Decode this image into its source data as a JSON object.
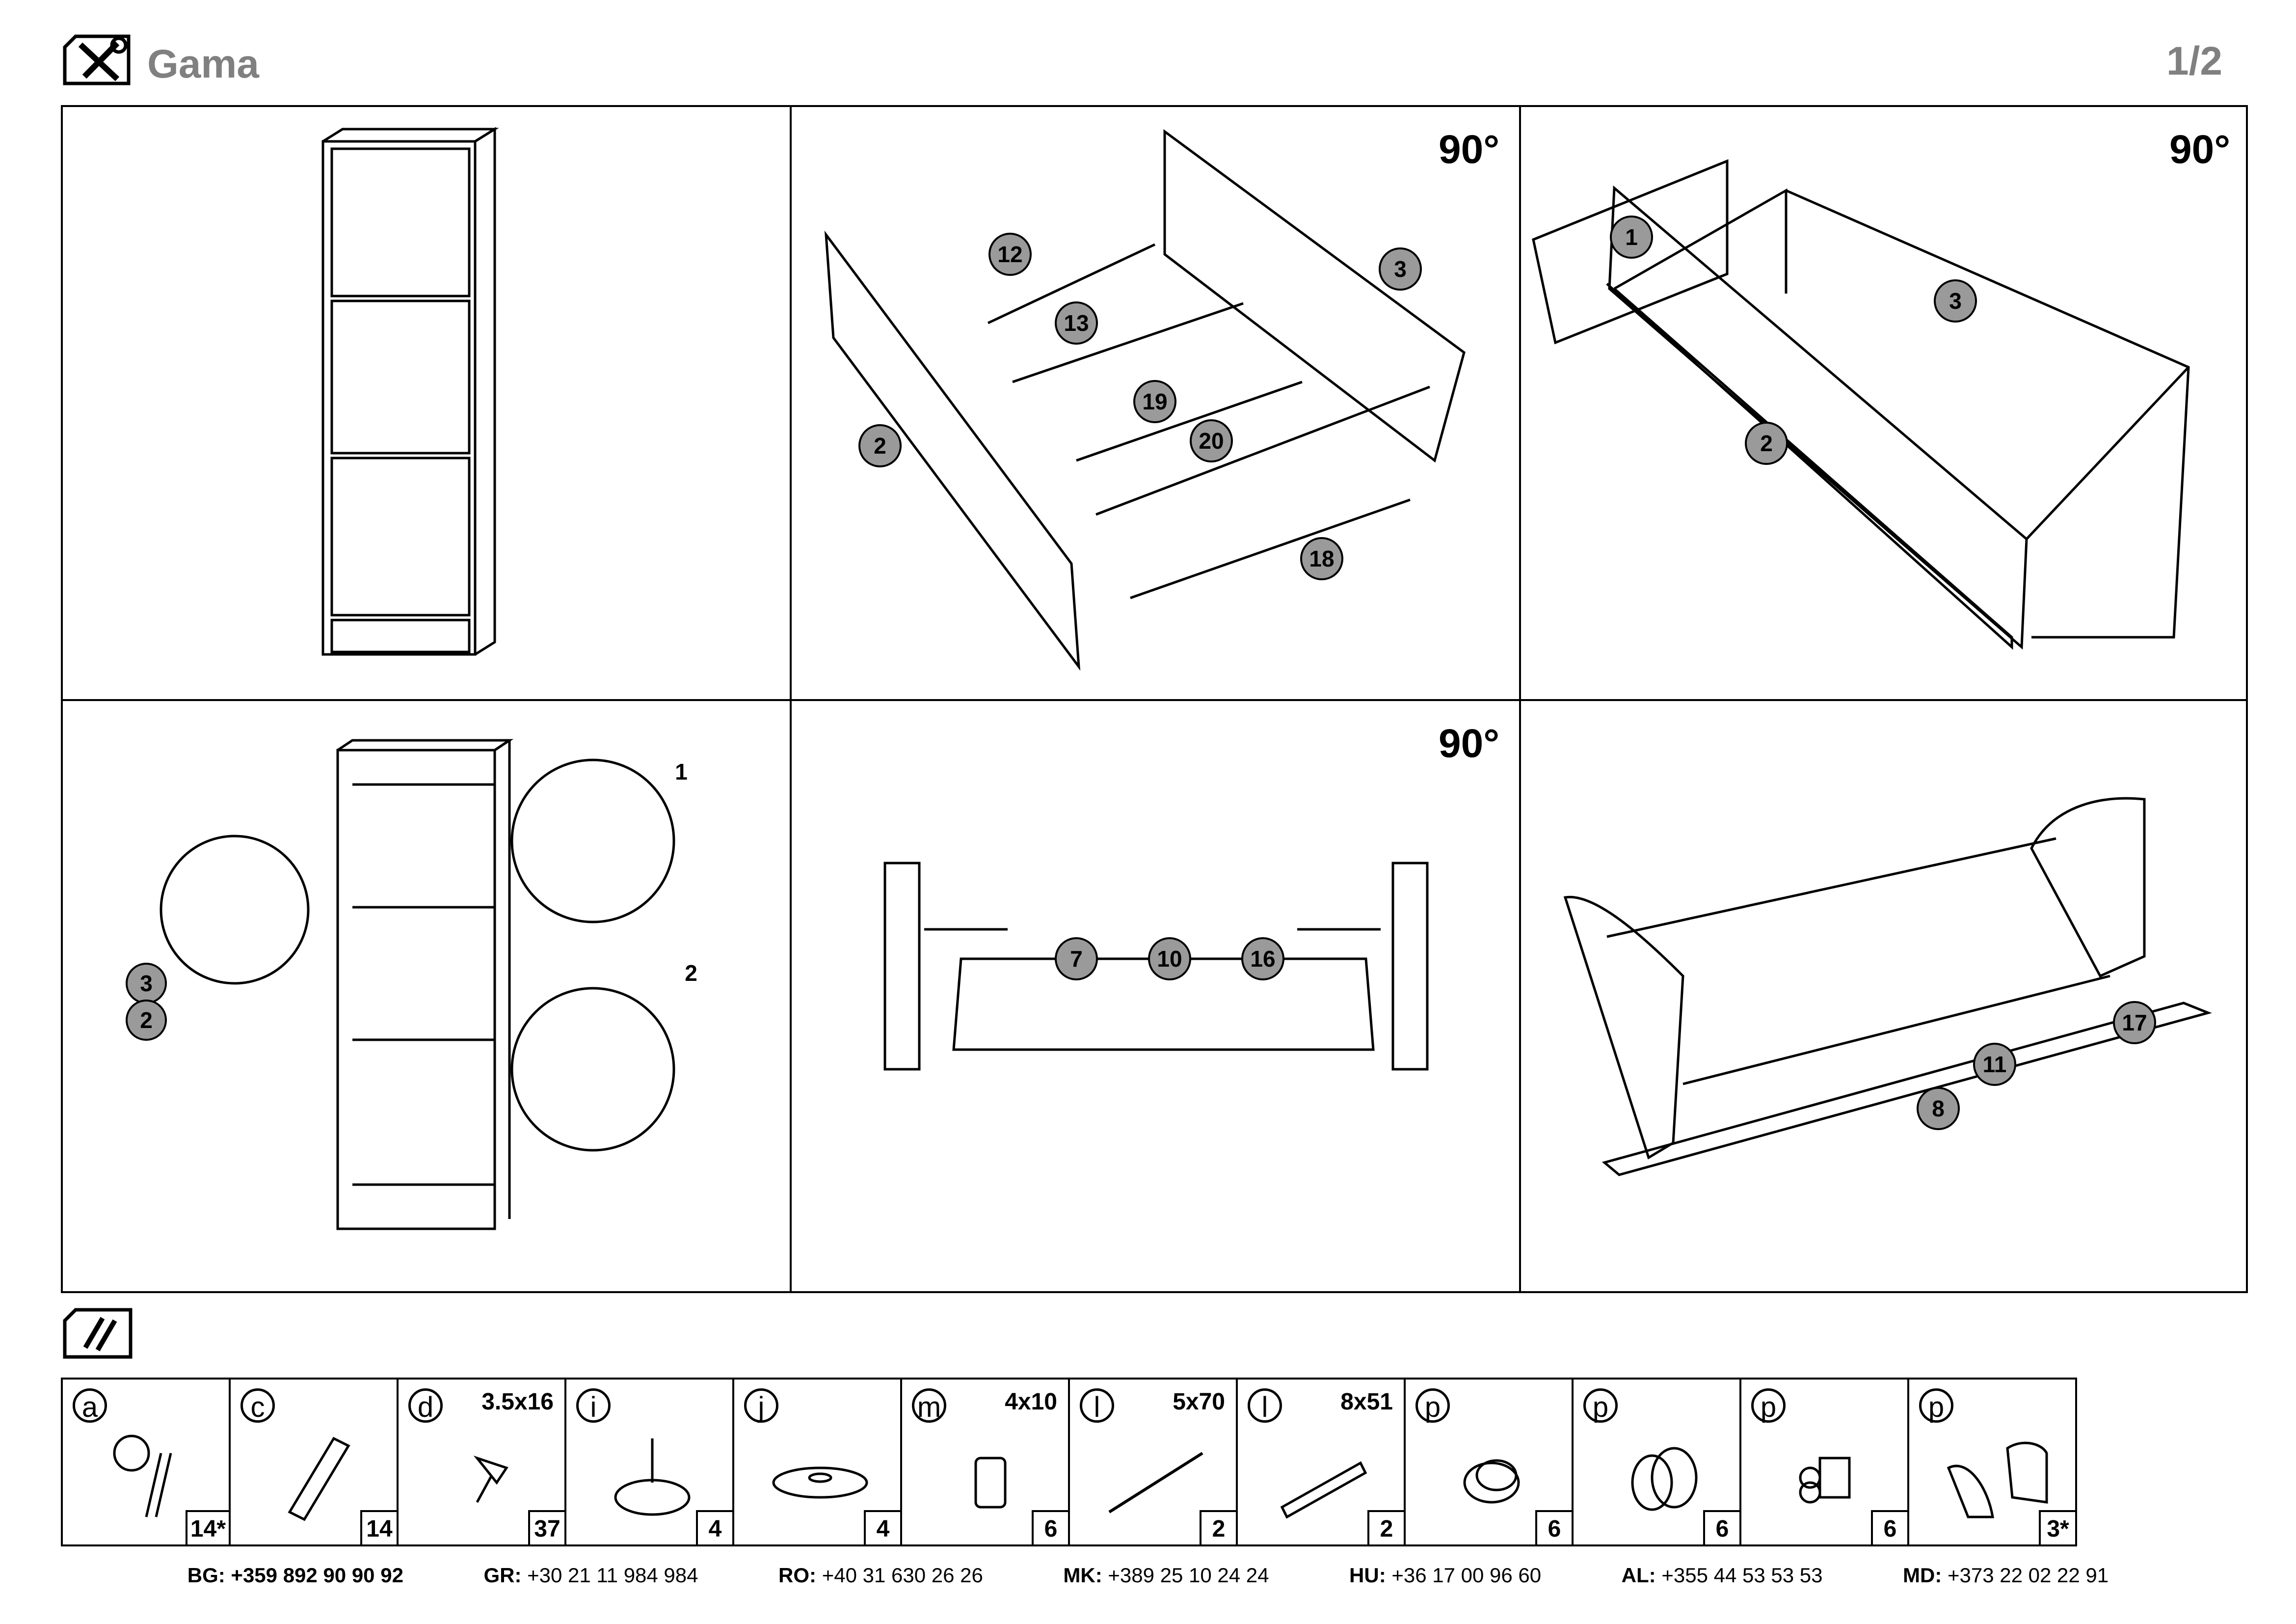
{
  "header": {
    "title": "Gama",
    "page": "1/2"
  },
  "steps": [
    {
      "rotation": ""
    },
    {
      "rotation": "90°",
      "callouts": [
        "12",
        "13",
        "19",
        "20",
        "18",
        "2",
        "3"
      ]
    },
    {
      "rotation": "90°",
      "callouts": [
        "1",
        "3",
        "2"
      ]
    },
    {
      "rotation": "",
      "sublabels": [
        "1",
        "2"
      ],
      "callouts": [
        "3",
        "2"
      ]
    },
    {
      "rotation": "90°",
      "callouts": [
        "7",
        "10",
        "16"
      ]
    },
    {
      "rotation": "",
      "callouts": [
        "17",
        "11",
        "8"
      ]
    }
  ],
  "parts": [
    {
      "label": "a",
      "size": "",
      "qty": "14*",
      "icon": "cam-lock-icon"
    },
    {
      "label": "c",
      "size": "",
      "qty": "14",
      "icon": "wood-dowel-icon"
    },
    {
      "label": "d",
      "size": "3.5x16",
      "qty": "37",
      "icon": "screw-icon"
    },
    {
      "label": "i",
      "size": "",
      "qty": "4",
      "icon": "nail-glide-icon"
    },
    {
      "label": "j",
      "size": "",
      "qty": "4",
      "icon": "disc-icon"
    },
    {
      "label": "m",
      "size": "4x10",
      "qty": "6",
      "icon": "insert-screw-icon"
    },
    {
      "label": "l",
      "size": "5x70",
      "qty": "2",
      "icon": "long-screw-icon"
    },
    {
      "label": "l",
      "size": "8x51",
      "qty": "2",
      "icon": "wall-plug-icon"
    },
    {
      "label": "p",
      "size": "",
      "qty": "6",
      "icon": "button-cap-icon"
    },
    {
      "label": "p",
      "size": "",
      "qty": "6",
      "icon": "bushing-icon"
    },
    {
      "label": "p",
      "size": "",
      "qty": "6",
      "icon": "bracket-icon"
    },
    {
      "label": "p",
      "size": "",
      "qty": "3*",
      "icon": "hinge-mechanism-icon"
    }
  ],
  "contacts": [
    {
      "code": "BG:",
      "phone": "+359 892 90 90 92"
    },
    {
      "code": "GR:",
      "phone": "+30 21 11 984 984"
    },
    {
      "code": "RO:",
      "phone": "+40 31 630 26 26"
    },
    {
      "code": "MK:",
      "phone": "+389 25 10 24 24"
    },
    {
      "code": "HU:",
      "phone": "+36 17 00 96 60"
    },
    {
      "code": "AL:",
      "phone": "+355 44 53 53 53"
    },
    {
      "code": "MD:",
      "phone": "+373 22 02 22 91"
    }
  ]
}
